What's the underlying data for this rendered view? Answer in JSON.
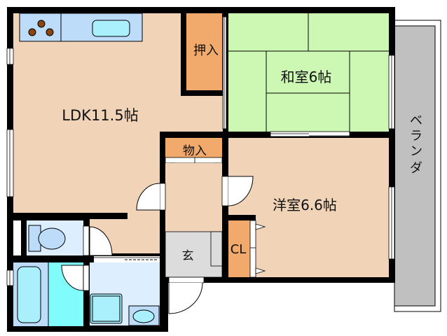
{
  "floorplan": {
    "rooms": {
      "ldk": {
        "label": "LDK11.5帖",
        "type": "LDK",
        "size_jo": 11.5
      },
      "washitsu": {
        "label": "和室6帖",
        "type": "Japanese-style room",
        "size_jo": 6
      },
      "youshitsu": {
        "label": "洋室6.6帖",
        "type": "Western-style room",
        "size_jo": 6.6
      },
      "oshiire": {
        "label": "押入"
      },
      "mono_ire": {
        "label": "物入"
      },
      "closet": {
        "label": "CL"
      },
      "genkan": {
        "label": "玄"
      },
      "veranda": {
        "label_chars": [
          "ベ",
          "ラ",
          "ン",
          "ダ"
        ]
      }
    },
    "colors": {
      "wall": "#000000",
      "ldk_floor": "#f1d3b8",
      "tatami": "#ccf8b4",
      "storage": "#f1a96c",
      "genkan": "#dcdcdc",
      "veranda": "#c0c0c0",
      "wet_area": "#ddeefe",
      "fixture": "#bcdcfa",
      "water": "#aaf0fc",
      "bath_floor": "#80fcfc",
      "stove_burner": "#8b4513"
    }
  }
}
